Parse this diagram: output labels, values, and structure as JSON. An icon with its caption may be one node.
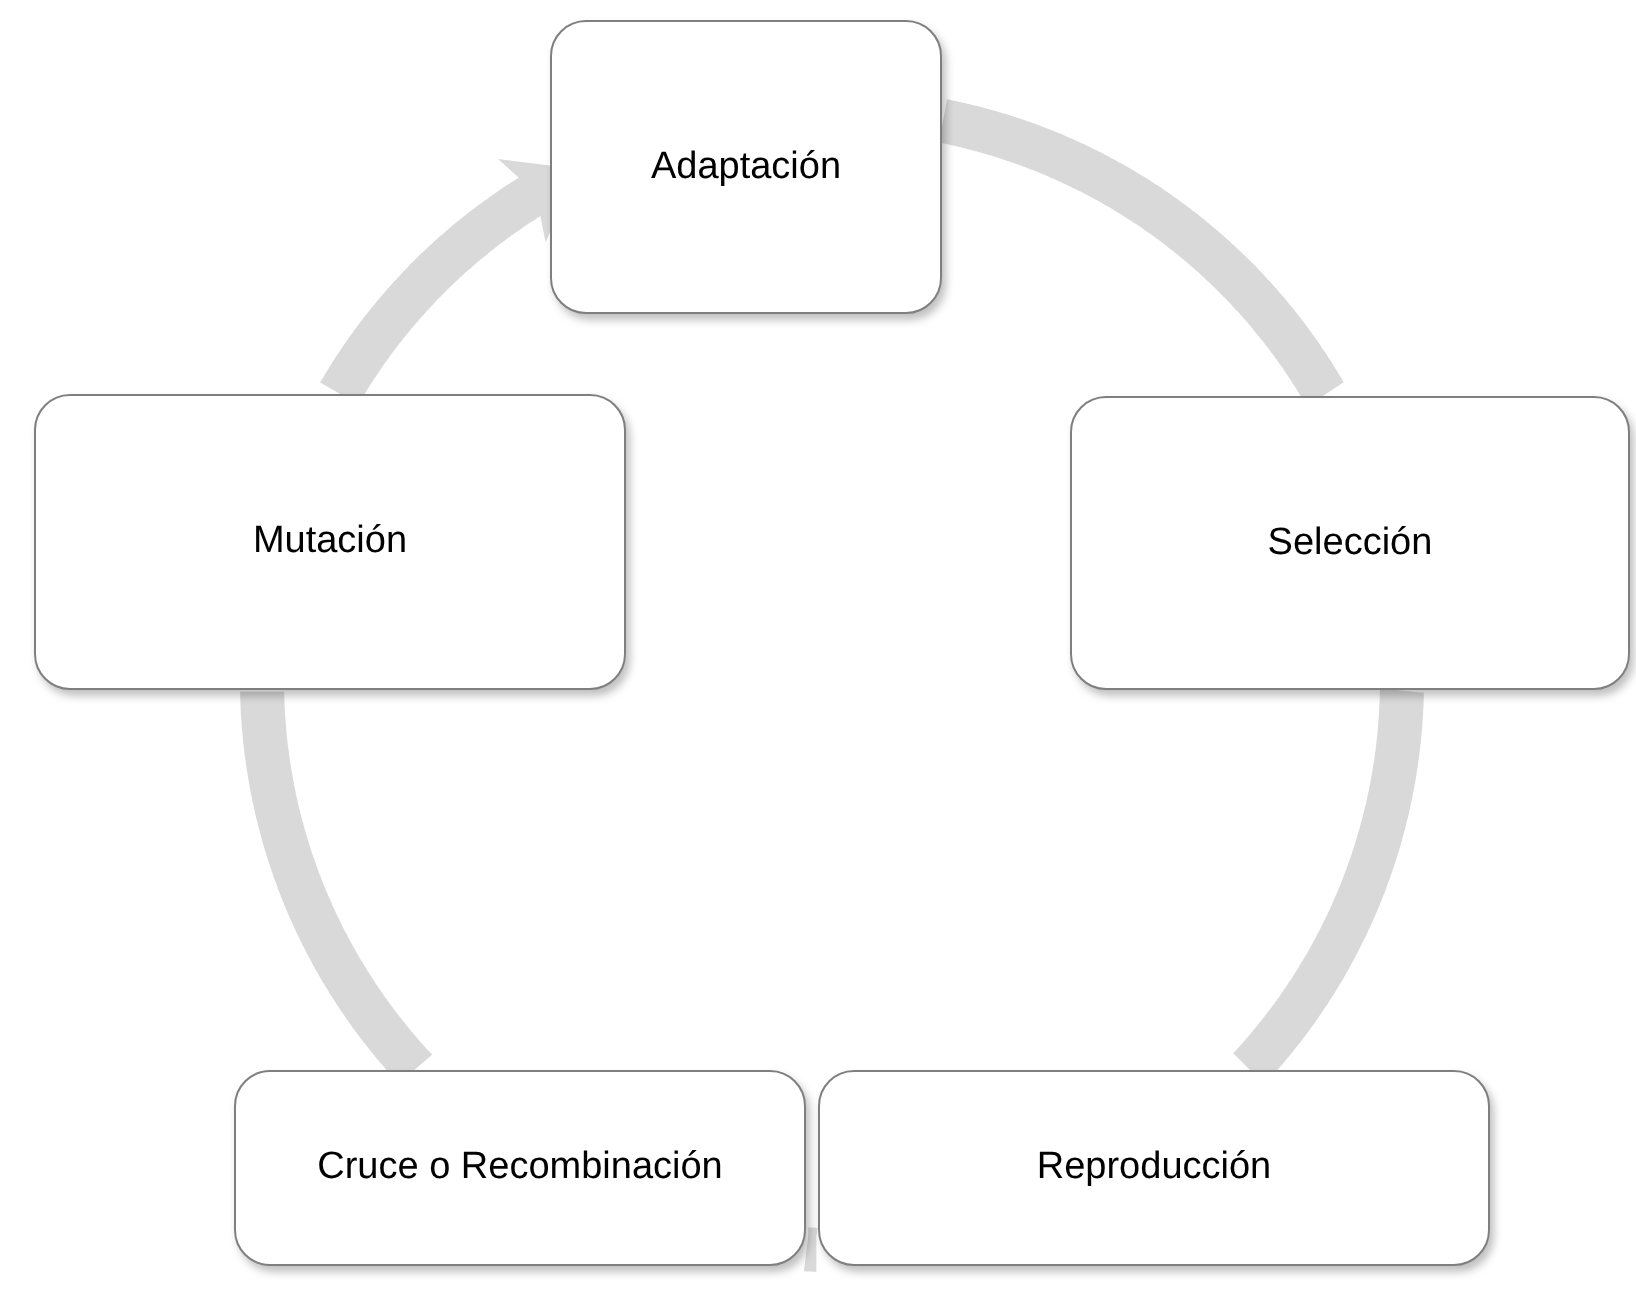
{
  "diagram": {
    "nodes": [
      {
        "text": [
          "Adaptación"
        ]
      },
      {
        "text": [
          "Selección"
        ]
      },
      {
        "text": [
          "Reproducción"
        ]
      },
      {
        "text": [
          "Cruce o Recombinación"
        ]
      },
      {
        "text": [
          "Mutación"
        ]
      }
    ],
    "edges": [
      {
        "from": 0,
        "to": 1,
        "arrow": "none"
      },
      {
        "from": 1,
        "to": 2,
        "arrow": "none"
      },
      {
        "from": 2,
        "to": 3,
        "arrow": "none"
      },
      {
        "from": 3,
        "to": 4,
        "arrow": "none"
      },
      {
        "from": 4,
        "to": 0,
        "arrow": "to"
      }
    ]
  }
}
